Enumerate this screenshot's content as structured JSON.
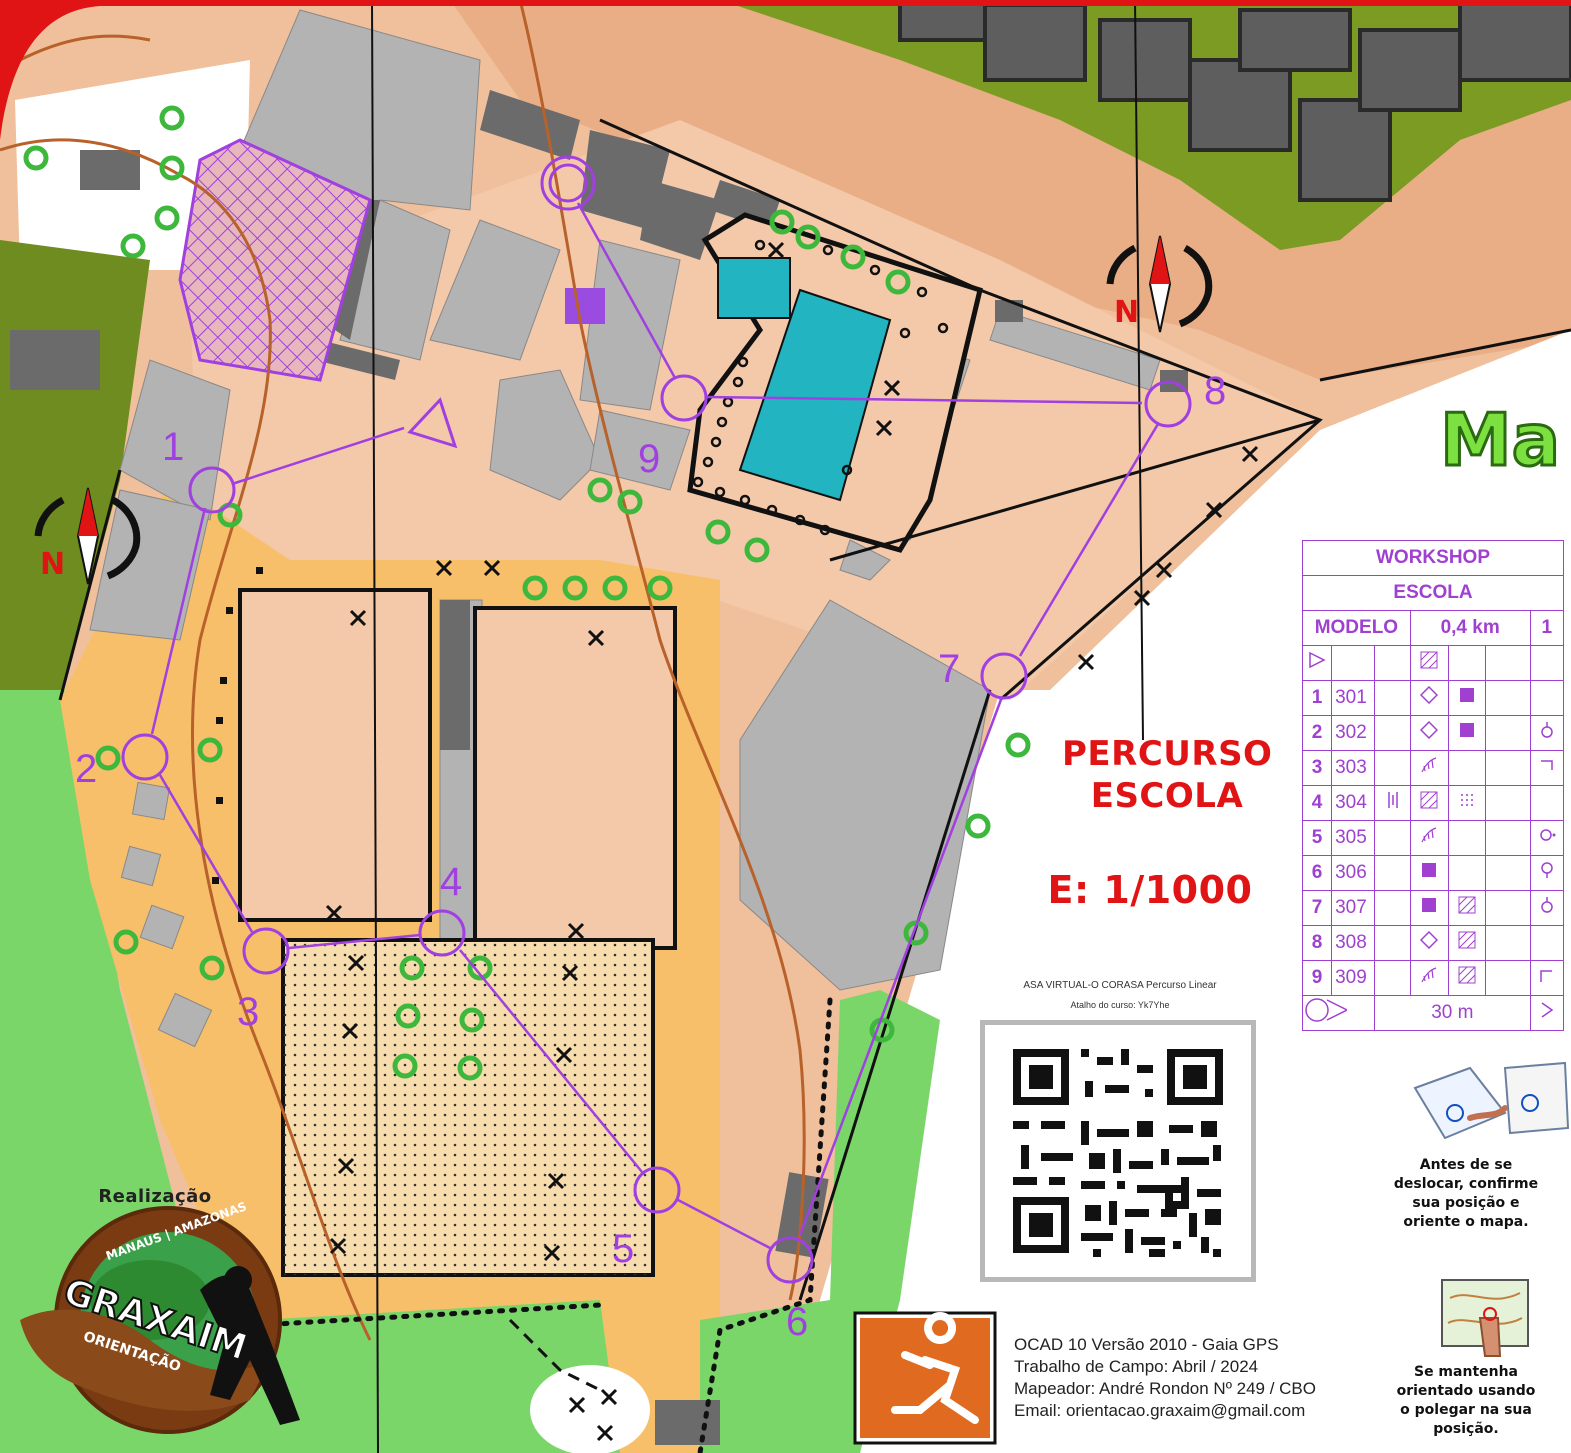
{
  "map": {
    "title_red": "PERCURSO",
    "title_red_2": "ESCOLA",
    "scale": "E: 1/1000",
    "side_green_text": "Ma",
    "realizacao": "Realização",
    "logo_top_text": "MANAUS | AMAZONAS",
    "logo_main_text": "GRAXAIM",
    "logo_sub_text": "ORIENTAÇÃO",
    "north_label": "N",
    "control_numbers": [
      "1",
      "2",
      "3",
      "4",
      "5",
      "6",
      "7",
      "8",
      "9"
    ],
    "colors": {
      "course": "#a040e0",
      "red": "#e01414",
      "paved": "#efc09b",
      "open": "#f7bf6a",
      "forest": "#7bd66a",
      "dark_green": "#6e8c1f",
      "water": "#22b4c0",
      "building": "#b3b3b3",
      "dark_building": "#707070"
    }
  },
  "qr": {
    "caption_1": "ASA VIRTUAL-O CORASA Percurso Linear",
    "caption_2": "Atalho do curso:  Yk7Yhe"
  },
  "credits": {
    "line1": "OCAD 10 Versão 2010 - Gaia GPS",
    "line2": "Trabalho de Campo: Abril / 2024",
    "line3": "Mapeador: André Rondon Nº 249 / CBO",
    "line4": "Email: orientacao.graxaim@gmail.com"
  },
  "tips": {
    "tip1_l1": "Antes de se",
    "tip1_l2": "deslocar, confirme",
    "tip1_l3": "sua posição e",
    "tip1_l4": "oriente o mapa.",
    "tip2_l1": "Se mantenha",
    "tip2_l2": "orientado usando",
    "tip2_l3": "o polegar na sua",
    "tip2_l4": "posição."
  },
  "control_descriptions": {
    "event": "WORKSHOP",
    "course": "ESCOLA",
    "class": "MODELO",
    "length": "0,4 km",
    "right_cut": "1",
    "finish_distance": "30 m",
    "rows": [
      {
        "num": "1",
        "code": "301"
      },
      {
        "num": "2",
        "code": "302"
      },
      {
        "num": "3",
        "code": "303"
      },
      {
        "num": "4",
        "code": "304"
      },
      {
        "num": "5",
        "code": "305"
      },
      {
        "num": "6",
        "code": "306"
      },
      {
        "num": "7",
        "code": "307"
      },
      {
        "num": "8",
        "code": "308"
      },
      {
        "num": "9",
        "code": "309"
      }
    ]
  }
}
